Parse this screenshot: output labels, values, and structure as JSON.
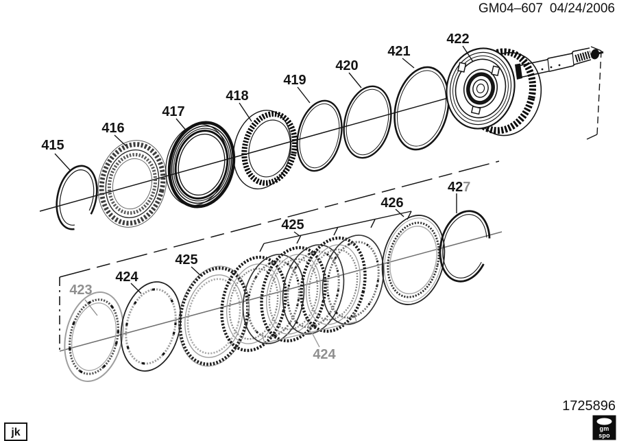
{
  "header": {
    "code": "GM04–607",
    "date": "04/24/2006"
  },
  "callouts": {
    "c415": "415",
    "c416": "416",
    "c417": "417",
    "c418": "418",
    "c419": "419",
    "c420": "420",
    "c421": "421",
    "c422": "422",
    "c423": "423",
    "c424_left": "424",
    "c425_left": "425",
    "c425_stack": "425",
    "c424_stack": "424",
    "c426": "426",
    "c427_prefix": "42",
    "c427_suffix": "7"
  },
  "footer": {
    "initials": "jk",
    "document_number": "1725896"
  },
  "logo": {
    "line1": "gm",
    "line2": "spo"
  },
  "colors": {
    "ink": "#141414",
    "gray_label": "#8f8f8f",
    "gray_line": "#9e9e9e",
    "background": "#ffffff"
  }
}
